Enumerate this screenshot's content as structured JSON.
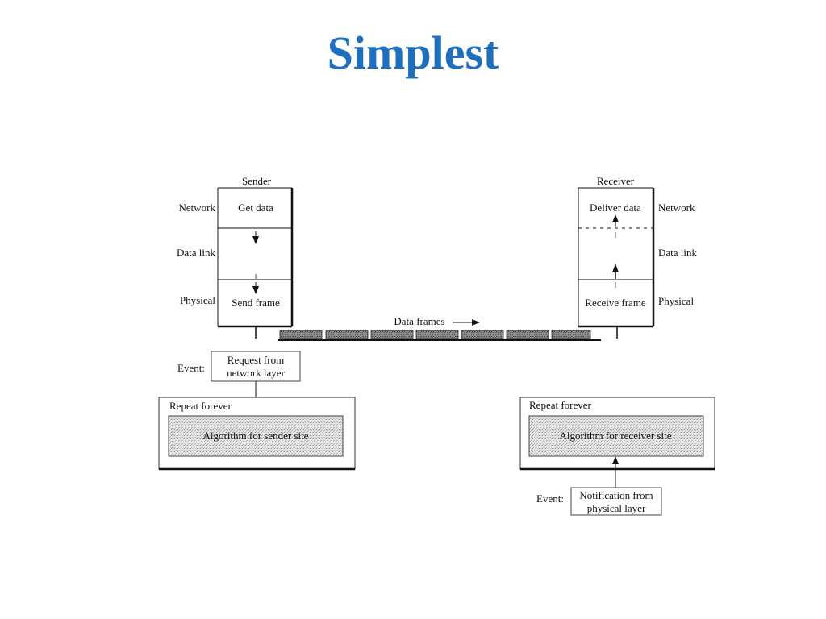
{
  "slide": {
    "title": "Simplest"
  },
  "sender": {
    "header": "Sender",
    "layers": [
      "Network",
      "Data link",
      "Physical"
    ],
    "get_data": "Get data",
    "send_frame": "Send frame",
    "event_label": "Event:",
    "event_text": [
      "Request from",
      "network layer"
    ],
    "repeat_label": "Repeat forever",
    "algorithm": "Algorithm for sender site"
  },
  "receiver": {
    "header": "Receiver",
    "layers": [
      "Network",
      "Data link",
      "Physical"
    ],
    "deliver_data": "Deliver data",
    "receive_frame": "Receive frame",
    "event_label": "Event:",
    "event_text": [
      "Notification from",
      "physical layer"
    ],
    "repeat_label": "Repeat forever",
    "algorithm": "Algorithm for receiver site"
  },
  "channel": {
    "label": "Data frames"
  }
}
